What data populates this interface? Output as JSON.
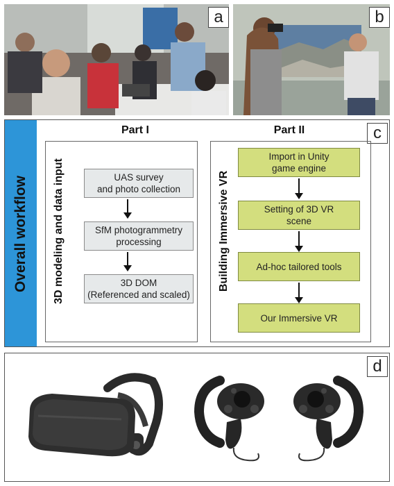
{
  "panels": {
    "a": {
      "label": "a"
    },
    "b": {
      "label": "b"
    },
    "c": {
      "label": "c"
    },
    "d": {
      "label": "d"
    }
  },
  "workflow": {
    "title": "Overall workflow",
    "part1": {
      "title": "Part I",
      "side_label": "3D modeling and data input",
      "steps": [
        "UAS survey\nand photo collection",
        "SfM photogrammetry\nprocessing",
        "3D DOM\n(Referenced and scaled)"
      ]
    },
    "part2": {
      "title": "Part II",
      "side_label": "Building Immersive VR",
      "steps": [
        "Import in Unity\ngame engine",
        "Setting of 3D VR\nscene",
        "Ad-hoc tailored tools",
        "Our Immersive VR"
      ]
    }
  },
  "colors": {
    "sidebar": "#2d95d8",
    "part1_step": "#e6e9ea",
    "part2_step": "#d3de7e"
  }
}
